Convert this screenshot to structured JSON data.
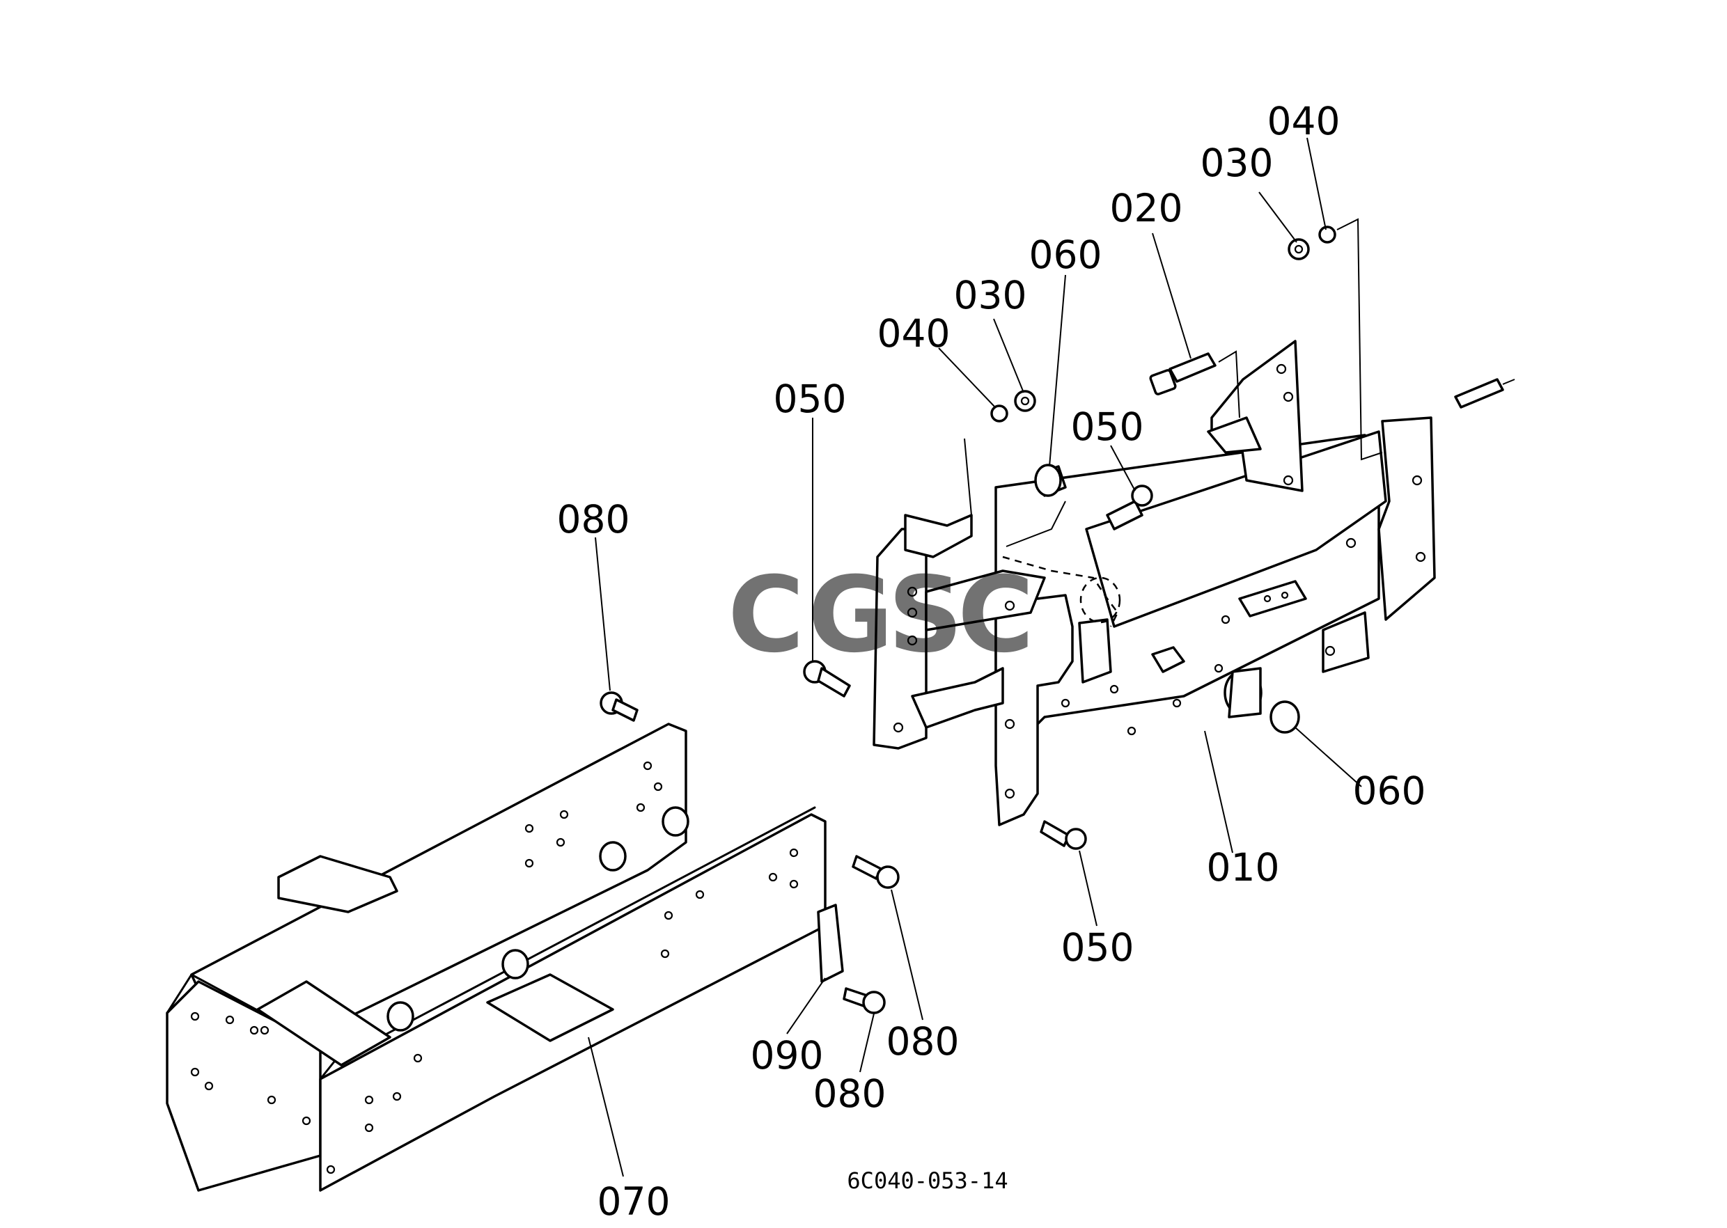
{
  "drawing_number": "6C040-053-14",
  "watermark": {
    "letters": [
      {
        "char": "C",
        "color": "#4f86ec"
      },
      {
        "char": "G",
        "color": "#ea4335"
      },
      {
        "char": "S",
        "color": "#fbbc05"
      },
      {
        "char": "C",
        "color": "#34a853"
      }
    ]
  },
  "callouts": [
    {
      "id": "c-040-top",
      "label": "040"
    },
    {
      "id": "c-030-top",
      "label": "030"
    },
    {
      "id": "c-020",
      "label": "020"
    },
    {
      "id": "c-060-top",
      "label": "060"
    },
    {
      "id": "c-030-mid",
      "label": "030"
    },
    {
      "id": "c-040-mid",
      "label": "040"
    },
    {
      "id": "c-050-left",
      "label": "050"
    },
    {
      "id": "c-050-mid",
      "label": "050"
    },
    {
      "id": "c-080-top",
      "label": "080"
    },
    {
      "id": "c-060-right",
      "label": "060"
    },
    {
      "id": "c-010",
      "label": "010"
    },
    {
      "id": "c-050-bottom",
      "label": "050"
    },
    {
      "id": "c-090",
      "label": "090"
    },
    {
      "id": "c-080-right",
      "label": "080"
    },
    {
      "id": "c-080-bottom",
      "label": "080"
    },
    {
      "id": "c-070",
      "label": "070"
    }
  ]
}
